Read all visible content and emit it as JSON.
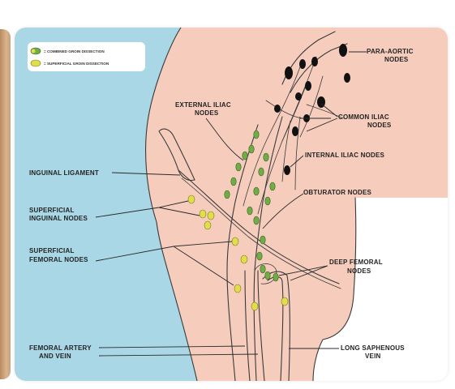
{
  "colors": {
    "background_blue": "#a9d7e6",
    "skin": "#f6cdbd",
    "combined_node": "#6fae45",
    "superficial_node": "#e0de4c",
    "para_aortic_node": "#111111"
  },
  "legend": {
    "combined": "= COMBINED GROIN DISSECTION",
    "superficial": "= SUPERFICIAL GROIN DISSECTION"
  },
  "labels": {
    "para_aortic_1": "PARA-AORTIC",
    "para_aortic_2": "NODES",
    "external_iliac_1": "EXTERNAL ILIAC",
    "external_iliac_2": "NODES",
    "common_iliac_1": "COMMON ILIAC",
    "common_iliac_2": "NODES",
    "internal_iliac": "INTERNAL ILIAC NODES",
    "inguinal_ligament": "INGUINAL LIGAMENT",
    "obturator": "OBTURATOR NODES",
    "superficial_inguinal_1": "SUPERFICIAL",
    "superficial_inguinal_2": "INGUINAL NODES",
    "superficial_femoral_1": "SUPERFICIAL",
    "superficial_femoral_2": "FEMORAL NODES",
    "deep_femoral_1": "DEEP FEMORAL",
    "deep_femoral_2": "NODES",
    "femoral_artery_1": "FEMORAL ARTERY",
    "femoral_artery_2": "AND VEIN",
    "long_saphenous_1": "LONG SAPHENOUS",
    "long_saphenous_2": "VEIN"
  }
}
